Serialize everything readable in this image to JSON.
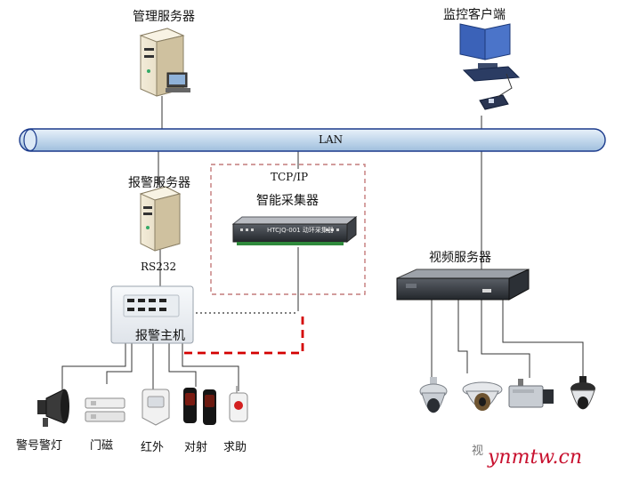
{
  "network": {
    "lan_label": "LAN"
  },
  "nodes": {
    "management_server": "管理服务器",
    "monitor_client": "监控客户端",
    "alarm_server": "报警服务器",
    "rs232": "RS232",
    "tcpip": "TCP/IP",
    "collector": "智能采集器",
    "collector_device_text": "HTCJQ-001 动环采集器",
    "alarm_host": "报警主机",
    "video_server": "视频服务器"
  },
  "sensors": [
    "警号警灯",
    "门磁",
    "红外",
    "对射",
    "求助"
  ],
  "cameras_partial_label": "视",
  "watermark": "ynmtw.cn",
  "colors": {
    "lan_fill": "#c8dcef",
    "lan_stroke": "#1a3a8c",
    "dashed_box": "#c47b7b",
    "red_link": "#d40000",
    "watermark": "#c8102e"
  },
  "icons": [
    "server-tower-icon",
    "monitor-workstation-icon",
    "collector-device-icon",
    "alarm-panel-icon",
    "video-server-icon",
    "siren-icon",
    "door-magnet-icon",
    "pir-sensor-icon",
    "beam-detector-icon",
    "panic-button-icon",
    "speed-dome-icon",
    "dome-camera-icon",
    "box-camera-icon"
  ]
}
